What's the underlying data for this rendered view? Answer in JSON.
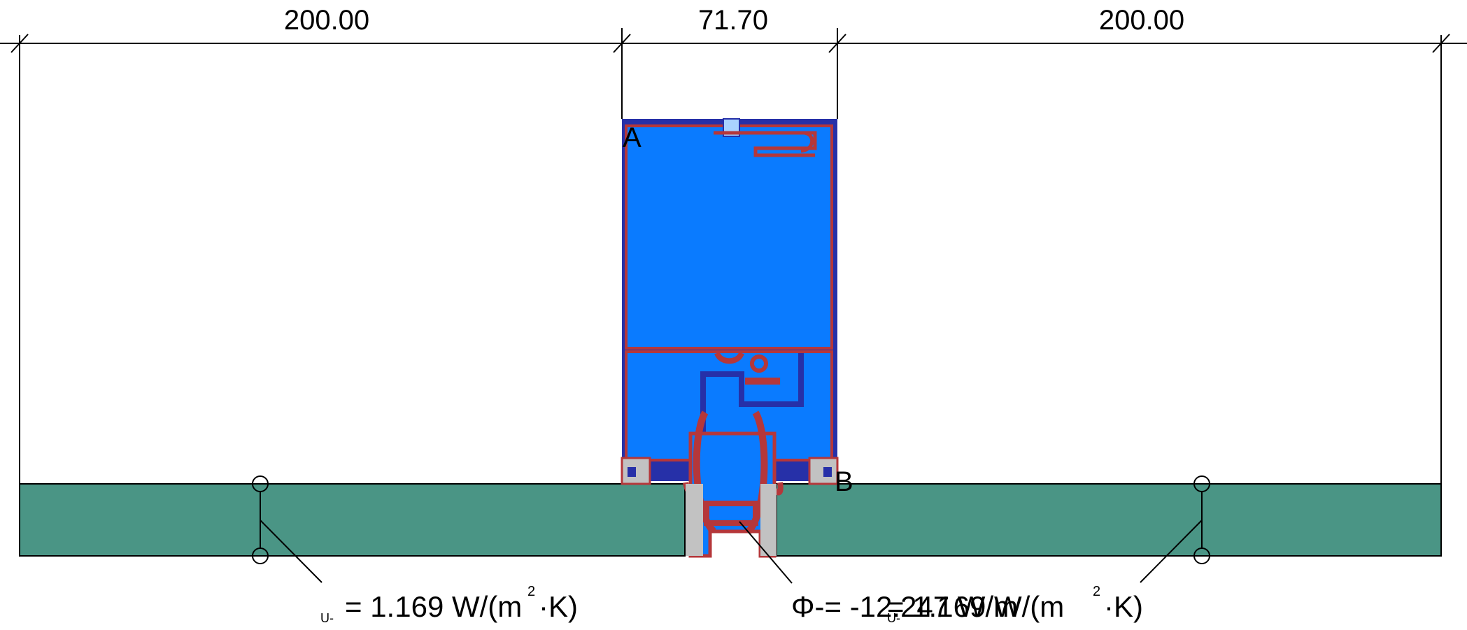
{
  "dimensions": {
    "left_width": "200.00",
    "middle_width": "71.70",
    "right_width": "200.00"
  },
  "points": {
    "a_label": "A",
    "b_label": "B"
  },
  "results": {
    "left": {
      "subscript": "U-",
      "value": "= 1.169 W/(m",
      "exponent": "2",
      "unit_tail": "·K)"
    },
    "flux": {
      "value": "Φ-= -12.247 W/m"
    },
    "right": {
      "subscript": "U-",
      "value": "= 1.169 W/(m",
      "exponent": "2",
      "unit_tail": "·K)"
    }
  },
  "colors": {
    "insulating_glass": "#4a9585",
    "aluminium": "#0a7bff",
    "frame_outline": "#2630a8",
    "thermal_break": "#b5373a",
    "gasket": "#c2c2c2",
    "small_cavity": "#a9d3ff"
  }
}
